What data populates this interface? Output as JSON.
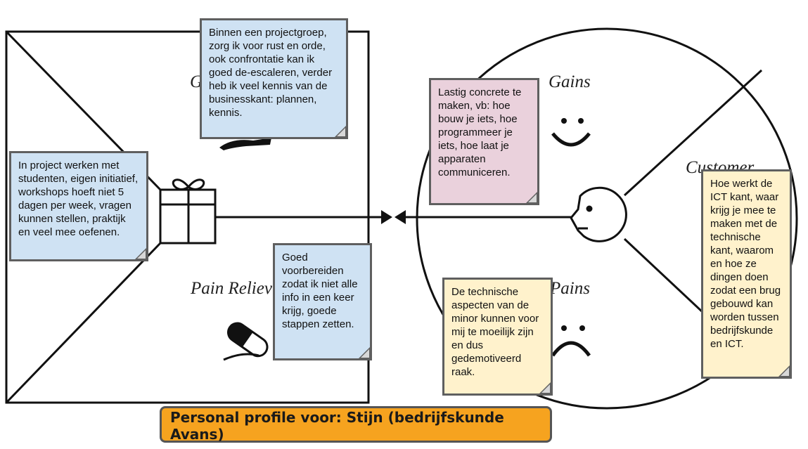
{
  "canvas_labels": {
    "gains": "Gains",
    "pains": "Pains",
    "customer": "Customer",
    "pain_relievers": "Pain Reliev",
    "gain_creators": "G"
  },
  "notes": {
    "projectgroep": "Binnen een projectgroep, zorg ik voor rust en orde, ook confrontatie kan ik goed de-escaleren, verder heb ik veel kennis van de businesskant: plannen, kennis.",
    "project_werken": "In project werken met studenten, eigen initiatief, workshops hoeft niet 5 dagen per week, vragen kunnen stellen, praktijk en veel mee oefenen.",
    "voorbereiden": "Goed voorbereiden zodat ik niet alle info in een keer krijg, goede stappen zetten.",
    "lastig": "Lastig concrete te maken, vb: hoe bouw je iets, hoe programmeer je iets, hoe laat je apparaten communiceren.",
    "technische": "De technische aspecten van de minor kunnen voor mij te moeilijk zijn en dus gedemotiveerd raak.",
    "ict": "Hoe werkt de ICT kant, waar krijg je mee te maken met de technische kant, waarom en hoe ze dingen doen zodat een brug gebouwd kan worden tussen bedrijfskunde en ICT."
  },
  "title": "Personal profile voor: Stijn (bedrijfskunde Avans)",
  "colors": {
    "note_blue": "#cfe2f3",
    "note_pink": "#ead1dc",
    "note_yellow": "#fff2cc",
    "title_bg": "#f6a31f",
    "note_border": "#5f5f5f"
  },
  "icons": [
    "gift-icon",
    "pill-icon",
    "wand-icon",
    "smile-icon",
    "frown-icon",
    "customer-face-icon"
  ]
}
